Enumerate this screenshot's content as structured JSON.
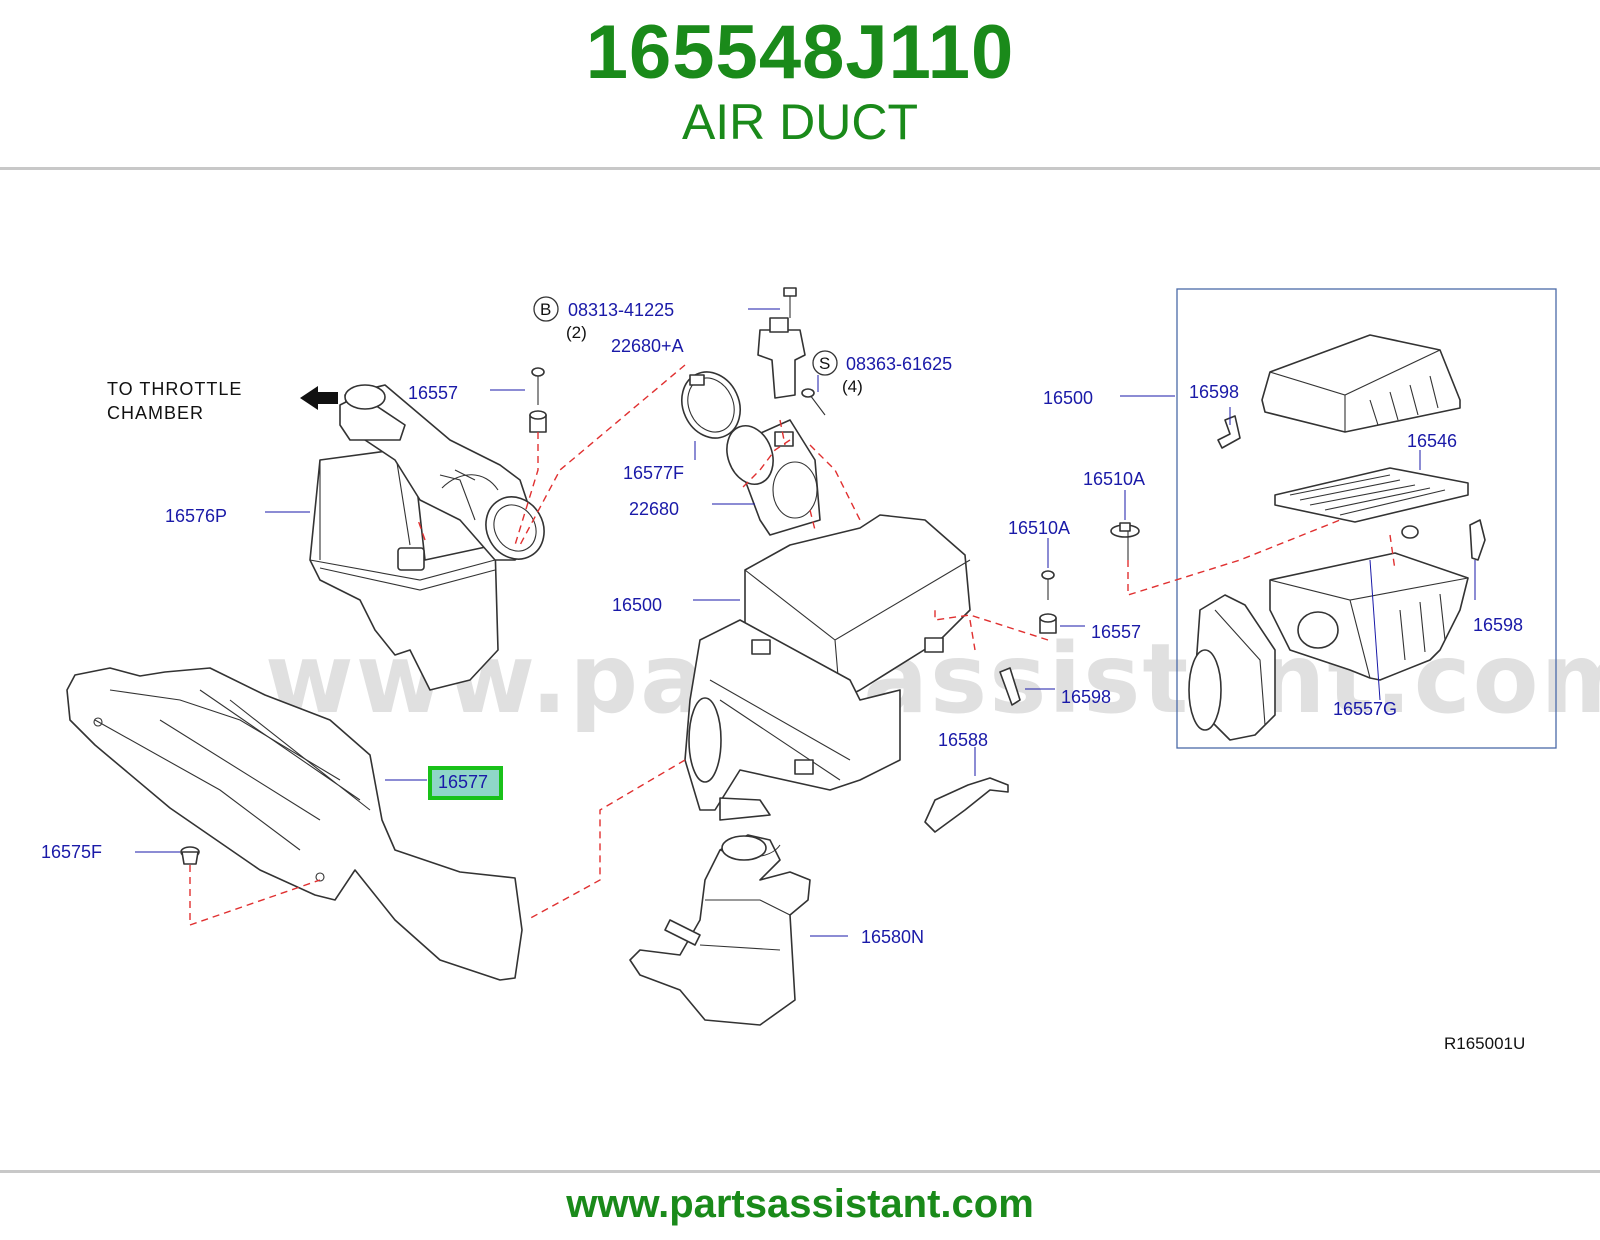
{
  "header": {
    "part_number": "165548J110",
    "part_name": "AIR DUCT"
  },
  "footer": {
    "url": "www.partsassistant.com"
  },
  "diagram": {
    "watermark": "www.partsassistant.com",
    "note_line1": "TO  THROTTLE",
    "note_line2": "CHAMBER",
    "reference_code": "R165001U",
    "highlighted_part": "16577",
    "callouts": {
      "b_letter": "B",
      "b_part": "08313-41225",
      "b_qty": "(2)",
      "s_letter": "S",
      "s_part": "08363-61625",
      "s_qty": "(4)",
      "p22680a": "22680+A",
      "p16557_top": "16557",
      "p16577f": "16577F",
      "p22680": "22680",
      "p16576p": "16576P",
      "p16500_mid": "16500",
      "p16500_box": "16500",
      "p16598_box_top": "16598",
      "p16546": "16546",
      "p16510a_top": "16510A",
      "p16510a_low": "16510A",
      "p16557_right": "16557",
      "p16598_mid": "16598",
      "p16598_box_right": "16598",
      "p16557g": "16557G",
      "p16588": "16588",
      "p16577": "16577",
      "p16575f": "16575F",
      "p16580n": "16580N"
    }
  }
}
